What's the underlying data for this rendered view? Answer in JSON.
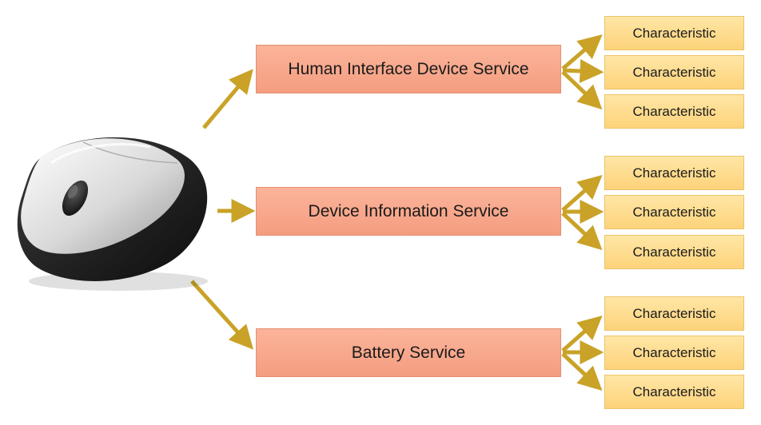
{
  "device": {
    "icon": "computer-mouse-icon"
  },
  "services": [
    {
      "label": "Human Interface Device Service",
      "characteristics": [
        "Characteristic",
        "Characteristic",
        "Characteristic"
      ]
    },
    {
      "label": "Device Information Service",
      "characteristics": [
        "Characteristic",
        "Characteristic",
        "Characteristic"
      ]
    },
    {
      "label": "Battery Service",
      "characteristics": [
        "Characteristic",
        "Characteristic",
        "Characteristic"
      ]
    }
  ],
  "colors": {
    "arrow": "#c9a227",
    "service_fill": "#f8a88c",
    "characteristic_fill": "#fedb87"
  }
}
